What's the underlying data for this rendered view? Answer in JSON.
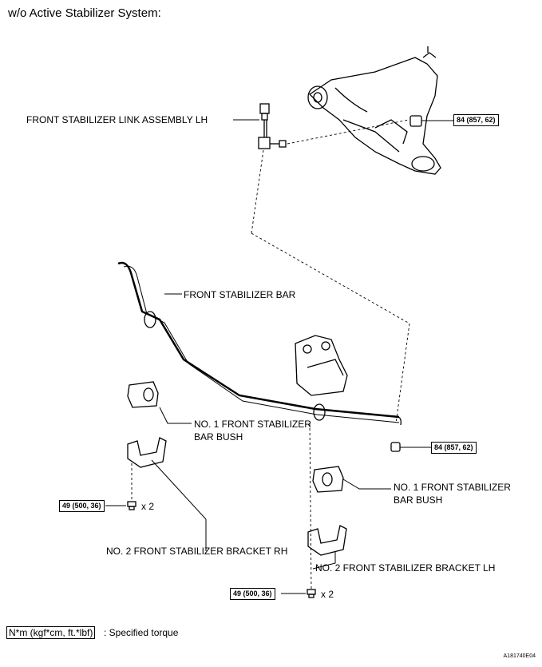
{
  "title": "w/o Active Stabilizer System:",
  "labels": {
    "link_assembly": "FRONT STABILIZER LINK ASSEMBLY LH",
    "stabilizer_bar": "FRONT STABILIZER BAR",
    "bush_rh_line1": "NO. 1 FRONT STABILIZER",
    "bush_rh_line2": "BAR BUSH",
    "bush_lh_line1": "NO. 1 FRONT STABILIZER",
    "bush_lh_line2": "BAR BUSH",
    "bracket_rh": "NO. 2 FRONT STABILIZER BRACKET RH",
    "bracket_lh": "NO. 2 FRONT STABILIZER BRACKET LH"
  },
  "torques": {
    "upper_nut": "84 (857, 62)",
    "lower_nut": "84 (857, 62)",
    "bolt_rh": "49 (500, 36)",
    "bolt_lh": "49 (500, 36)"
  },
  "quantities": {
    "bolt_rh": "x 2",
    "bolt_lh": "x 2"
  },
  "legend": {
    "unit": "N*m (kgf*cm, ft.*lbf)",
    "text": ": Specified torque"
  },
  "figure_code": "A181740E04"
}
